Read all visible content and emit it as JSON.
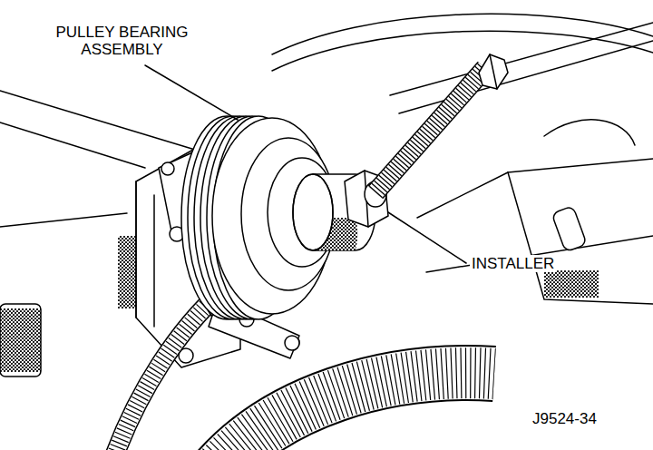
{
  "diagram": {
    "labels": [
      "PULLEY BEARING ASSEMBLY",
      "INSTALLER",
      "J9524-34"
    ]
  }
}
